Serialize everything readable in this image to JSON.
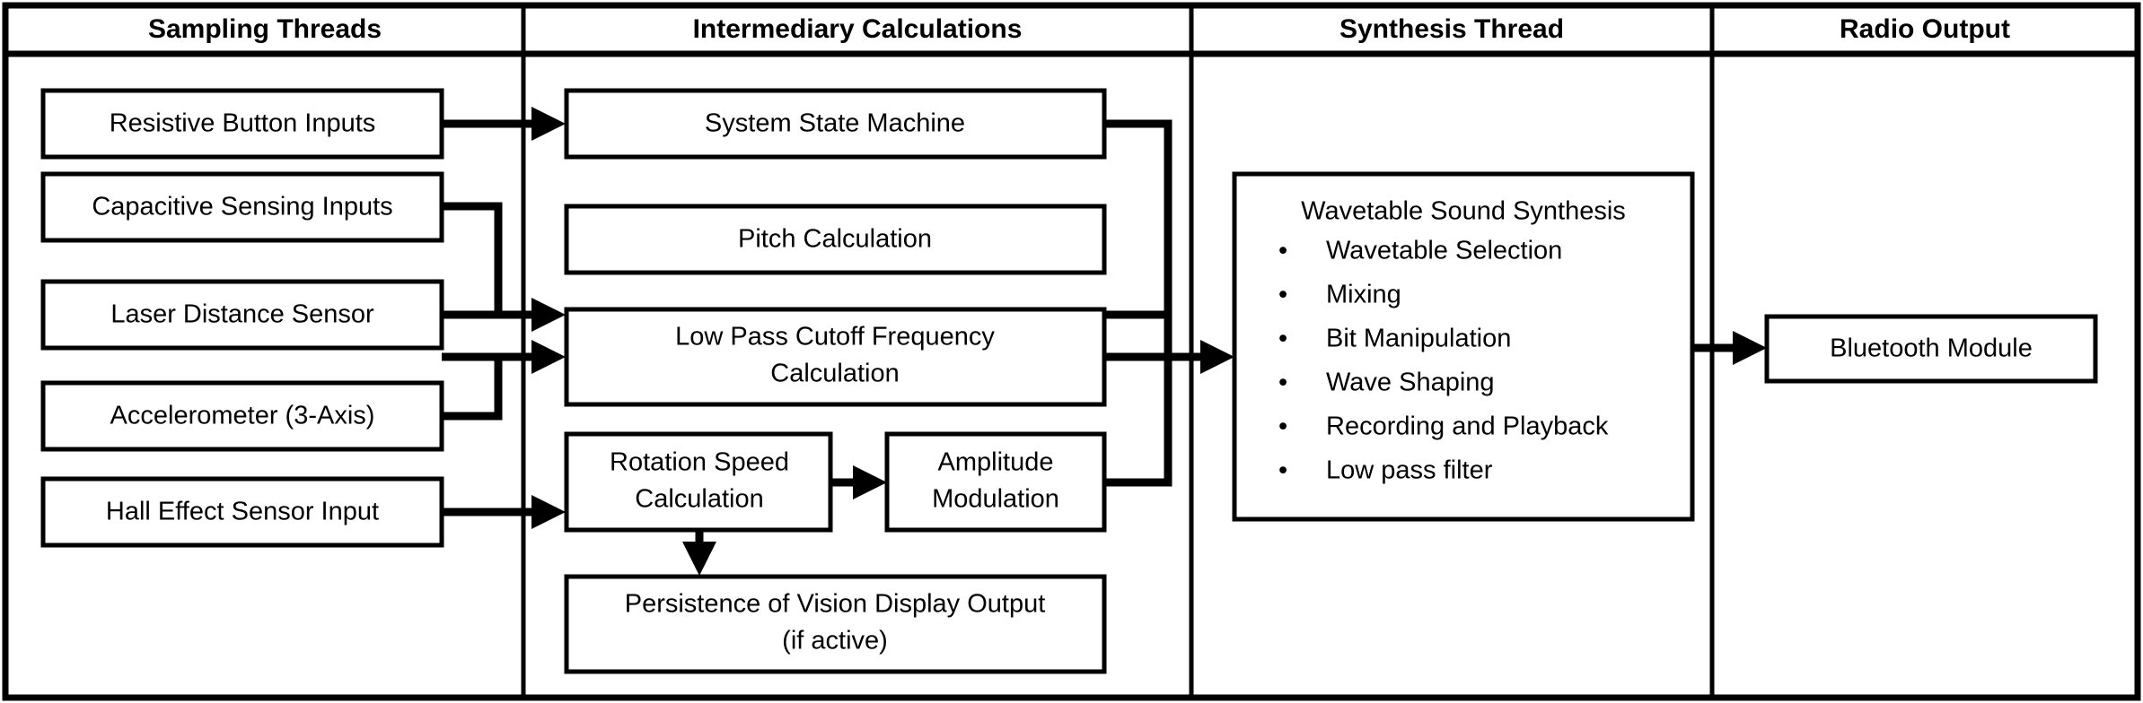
{
  "diagram": {
    "title_row": {
      "columns": [
        {
          "id": "sampling-threads",
          "label": "Sampling Threads"
        },
        {
          "id": "intermediary-calculations",
          "label": "Intermediary Calculations"
        },
        {
          "id": "synthesis-thread",
          "label": "Synthesis Thread"
        },
        {
          "id": "radio-output",
          "label": "Radio Output"
        }
      ]
    },
    "sampling_threads": {
      "nodes": [
        {
          "id": "resistive-button-inputs",
          "label": "Resistive Button Inputs"
        },
        {
          "id": "capacitive-sensing-inputs",
          "label": "Capacitive Sensing Inputs"
        },
        {
          "id": "laser-distance-sensor",
          "label": "Laser Distance Sensor"
        },
        {
          "id": "accelerometer-3-axis",
          "label": "Accelerometer (3-Axis)"
        },
        {
          "id": "hall-effect-sensor-input",
          "label": "Hall Effect Sensor Input"
        }
      ]
    },
    "intermediary_calculations": {
      "nodes": [
        {
          "id": "system-state-machine",
          "line1": "System State Machine",
          "line2": ""
        },
        {
          "id": "pitch-calculation",
          "line1": "Pitch Calculation",
          "line2": ""
        },
        {
          "id": "low-pass-cutoff-frequency-calculation",
          "line1": "Low Pass Cutoff Frequency",
          "line2": "Calculation"
        },
        {
          "id": "rotation-speed-calculation",
          "line1": "Rotation Speed",
          "line2": "Calculation"
        },
        {
          "id": "amplitude-modulation",
          "line1": "Amplitude",
          "line2": "Modulation"
        },
        {
          "id": "persistence-of-vision-display-output",
          "line1": "Persistence of Vision Display Output",
          "line2": "(if active)"
        }
      ]
    },
    "synthesis_thread": {
      "node": {
        "id": "wavetable-sound-synthesis",
        "title": "Wavetable Sound Synthesis",
        "bullet_glyph": "•",
        "bullets": [
          "Wavetable Selection",
          "Mixing",
          "Bit Manipulation",
          "Wave Shaping",
          "Recording and Playback",
          "Low pass filter"
        ]
      }
    },
    "radio_output": {
      "nodes": [
        {
          "id": "bluetooth-module",
          "label": "Bluetooth Module"
        }
      ]
    },
    "colors": {
      "stroke": "#000000",
      "fill": "#ffffff",
      "background": "#ffffff"
    }
  }
}
